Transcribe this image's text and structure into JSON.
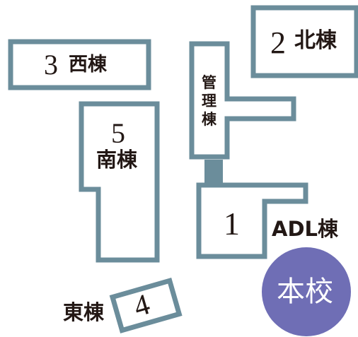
{
  "colors": {
    "outline": "#6b8d9b",
    "fill": "#ffffff",
    "connector": "#6b8d9b",
    "main_campus_circle": "#6f6eb5",
    "text": "#231815",
    "circle_text": "#ffffff"
  },
  "buildings": {
    "north": {
      "number": "2",
      "name": "北棟"
    },
    "west": {
      "number": "3",
      "name": "西棟"
    },
    "south": {
      "number": "5",
      "name": "南棟"
    },
    "admin": {
      "name_chars": [
        "管",
        "理",
        "棟"
      ]
    },
    "adl": {
      "number": "1",
      "name": "ADL棟"
    },
    "east": {
      "number": "4",
      "name": "東棟"
    }
  },
  "main_campus": {
    "label": "本校"
  }
}
